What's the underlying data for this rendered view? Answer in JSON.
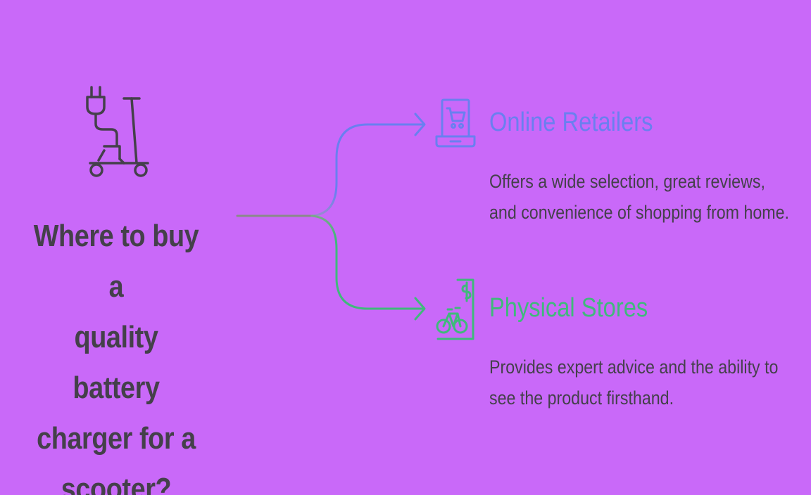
{
  "question": {
    "lines": [
      "Where to buy a",
      "quality battery",
      "charger for a",
      "scooter?"
    ]
  },
  "branches": [
    {
      "title": "Online Retailers",
      "description": "Offers a wide selection, great reviews, and convenience of shopping from home.",
      "color": "#6a7ff0",
      "icon": "laptop-shopping-cart-icon"
    },
    {
      "title": "Physical Stores",
      "description": "Provides expert advice and the ability to see the product firsthand.",
      "color": "#3fb97b",
      "icon": "bicycle-store-icon"
    }
  ],
  "colors": {
    "background": "#c969f9",
    "text": "#44404a",
    "trunk": "#8a8a8a"
  },
  "root_icon": "electric-scooter-plug-icon"
}
